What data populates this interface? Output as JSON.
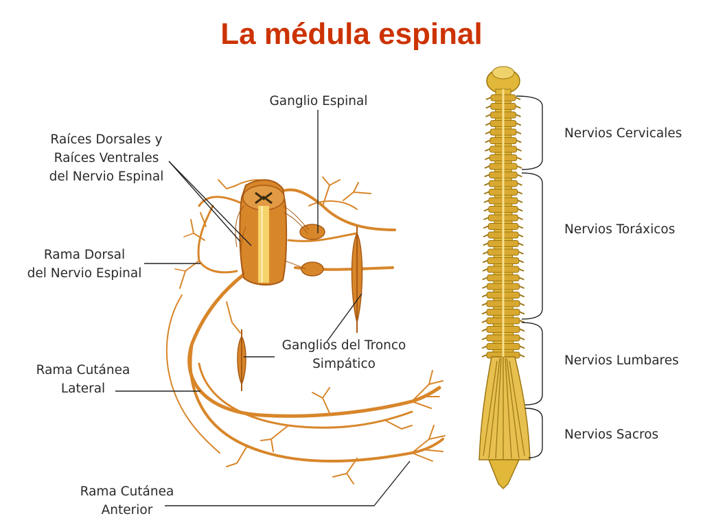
{
  "title": "La médula espinal",
  "colors": {
    "title": "#cc3300",
    "nerve": "#d8862a",
    "nerve_dark": "#a85a14",
    "cord_light": "#f5d36a",
    "spine": "#e2b83a",
    "spine_dark": "#9a7410",
    "leader": "#222222"
  },
  "left_labels": {
    "ganglio_espinal": "Ganglio Espinal",
    "raices": [
      "Raíces Dorsales y",
      "Raíces Ventrales",
      "del Nervio Espinal"
    ],
    "rama_dorsal": [
      "Rama Dorsal",
      "del Nervio Espinal"
    ],
    "ganglios_tronco": [
      "Ganglios del Tronco",
      "Simpático"
    ],
    "rama_lateral": [
      "Rama Cutánea",
      "Lateral"
    ],
    "rama_anterior": [
      "Rama Cutánea",
      "Anterior"
    ]
  },
  "right_labels": {
    "cervicales": "Nervios Cervicales",
    "toraxicos": "Nervios Toráxicos",
    "lumbares": "Nervios Lumbares",
    "sacros": "Nervios Sacros"
  }
}
